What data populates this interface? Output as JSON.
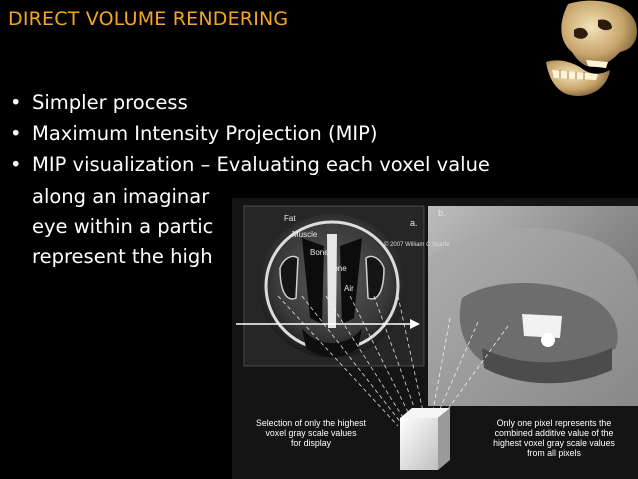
{
  "slide": {
    "title": "DIRECT VOLUME RENDERING",
    "bullets": [
      "Simpler process",
      "Maximum Intensity Projection (MIP)"
    ],
    "mip_bullet": {
      "line1": "MIP visualization – Evaluating each voxel value",
      "line2": "along an imaginar",
      "line3": "eye within a partic",
      "line4": "represent the high"
    }
  },
  "figure": {
    "panel_a": "a.",
    "panel_b": "b.",
    "copyright": "© 2007 William C Scarfe",
    "tissue_labels": [
      "Fat",
      "Muscle",
      "Bone",
      "Bone",
      "Air"
    ],
    "caption_left": [
      "Selection of only the highest",
      "voxel gray scale values",
      "for display"
    ],
    "caption_right": [
      "Only one pixel represents the",
      "combined additive value of the",
      "highest voxel gray scale values",
      "from all pixels"
    ]
  },
  "colors": {
    "title": "#f5a623",
    "text": "#ffffff",
    "background": "#000000"
  },
  "icons": {
    "corner_image": "skull-jaw-3d-render-icon"
  }
}
